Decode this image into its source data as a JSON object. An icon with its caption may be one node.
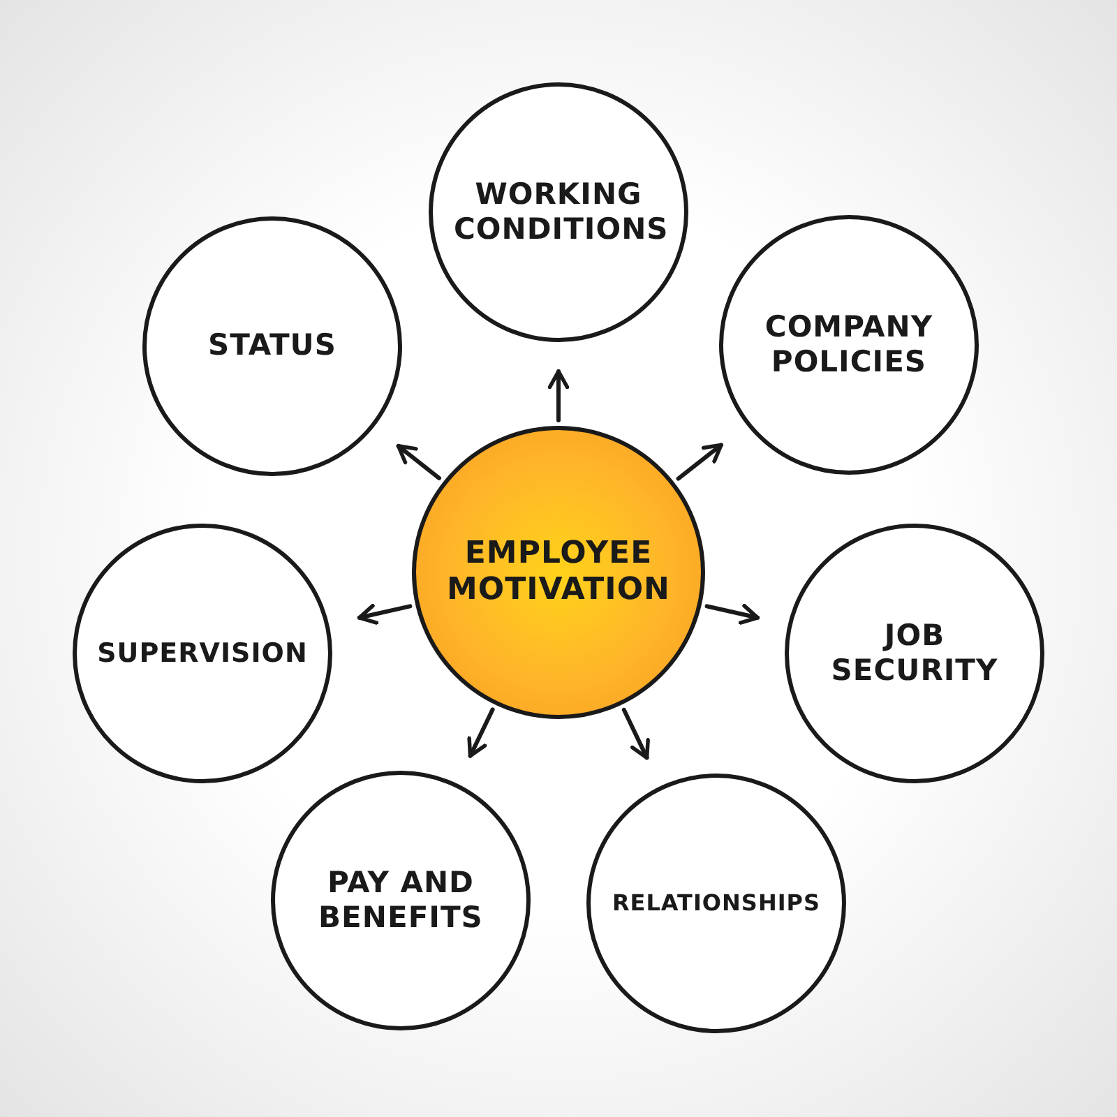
{
  "diagram": {
    "nodes": [
      {
        "text": [
          "EMPLOYEE MOTIVATION"
        ]
      },
      {
        "text": [
          "WORKING CONDITIONS"
        ]
      },
      {
        "text": [
          "COMPANY POLICIES"
        ]
      },
      {
        "text": [
          "JOB SECURITY"
        ]
      },
      {
        "text": [
          "RELATIONSHIPS"
        ]
      },
      {
        "text": [
          "PAY AND BENEFITS"
        ]
      },
      {
        "text": [
          "SUPERVISION"
        ]
      },
      {
        "text": [
          "STATUS"
        ]
      }
    ],
    "edges": [
      {
        "from": 0,
        "to": 1,
        "arrow": "to"
      },
      {
        "from": 0,
        "to": 2,
        "arrow": "to"
      },
      {
        "from": 0,
        "to": 3,
        "arrow": "to"
      },
      {
        "from": 0,
        "to": 4,
        "arrow": "to"
      },
      {
        "from": 0,
        "to": 5,
        "arrow": "to"
      },
      {
        "from": 0,
        "to": 6,
        "arrow": "to"
      },
      {
        "from": 0,
        "to": 7,
        "arrow": "to"
      }
    ]
  }
}
